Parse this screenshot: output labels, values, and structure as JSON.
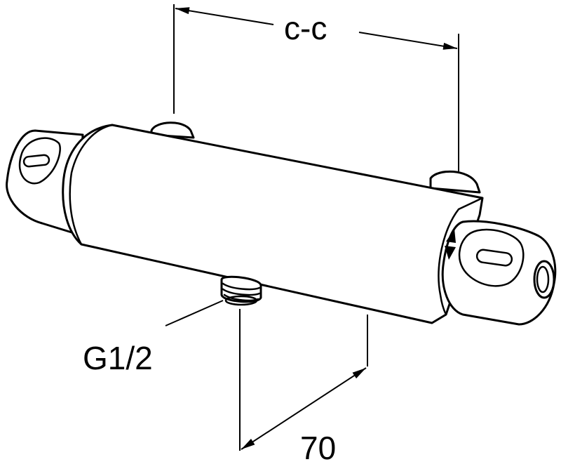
{
  "dimensions": {
    "center_to_center_label": "c-c",
    "connection_label": "G1/2",
    "depth_label": "70"
  }
}
